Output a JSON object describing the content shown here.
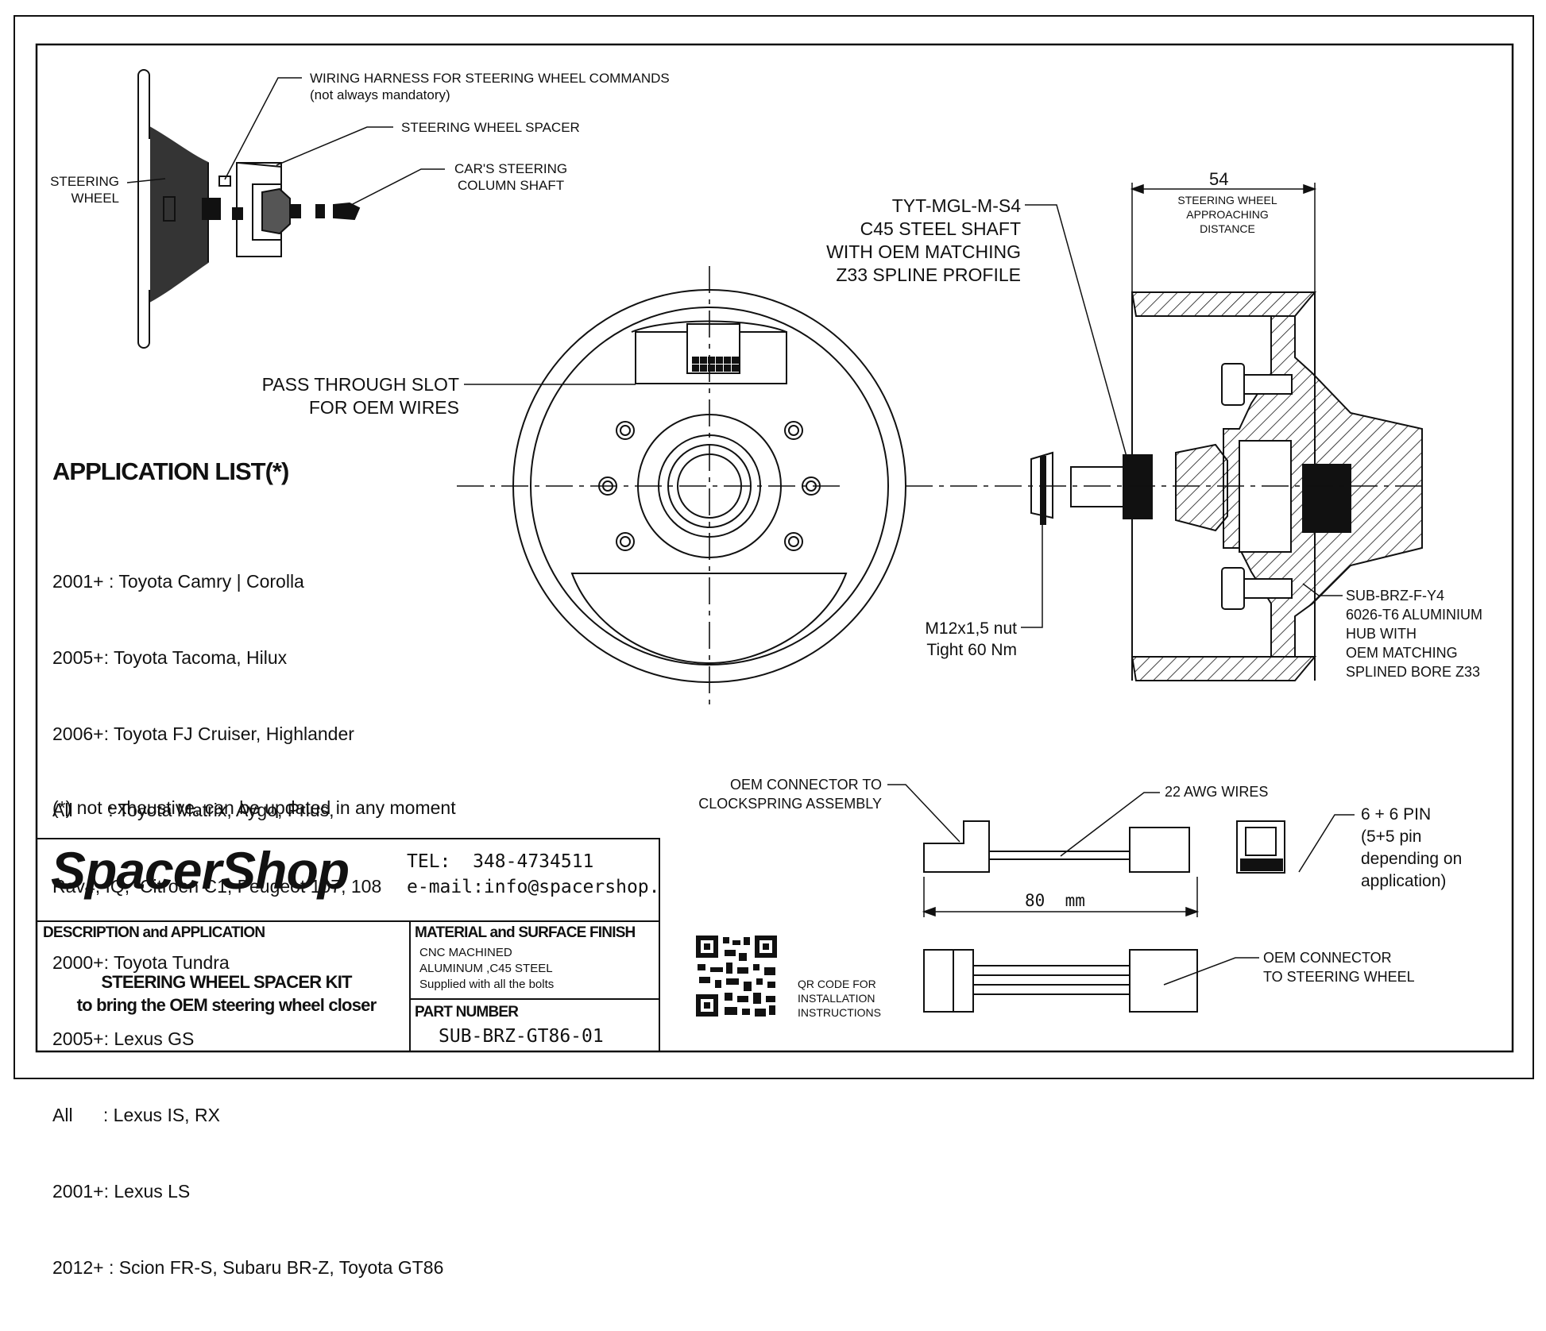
{
  "callouts": {
    "wiring_harness": [
      "WIRING HARNESS FOR STEERING WHEEL COMMANDS",
      "(not always mandatory)"
    ],
    "spacer": "STEERING WHEEL SPACER",
    "column_shaft": [
      "CAR'S STEERING",
      "COLUMN SHAFT"
    ],
    "steering_wheel": [
      "STEERING",
      "WHEEL"
    ],
    "shaft_spec": [
      "TYT-MGL-M-S4",
      "C45 STEEL SHAFT",
      "WITH  OEM MATCHING",
      "Z33 SPLINE  PROFILE"
    ],
    "pass_through": [
      "PASS THROUGH SLOT",
      "FOR OEM WIRES"
    ],
    "dimension_54": "54",
    "approach": [
      "STEERING WHEEL",
      "APPROACHING",
      "DISTANCE"
    ],
    "nut": [
      "M12x1,5 nut",
      "Tight 60 Nm"
    ],
    "hub_spec": [
      "SUB-BRZ-F-Y4",
      "6026-T6 ALUMINIUM",
      "HUB WITH",
      "OEM MATCHING",
      "SPLINED BORE Z33"
    ],
    "oem_connector_clock": [
      "OEM CONNECTOR TO",
      "CLOCKSPRING ASSEMBLY"
    ],
    "awg": "22 AWG WIRES",
    "pin": [
      "6 + 6 PIN",
      "(5+5 pin",
      "depending on",
      "application)"
    ],
    "dimension_80": "80  mm",
    "oem_connector_wheel": [
      "OEM CONNECTOR",
      "TO STEERING WHEEL"
    ]
  },
  "application": {
    "title": "APPLICATION LIST(*)",
    "items": [
      "2001+ : Toyota Camry | Corolla",
      "2005+: Toyota Tacoma, Hilux",
      "2006+: Toyota FJ Cruiser, Highlander",
      "All       : Toyota Matrix, Aygo, Prius,",
      "Rav4, IQ,  Citroen C1, Peugeot 107, 108",
      "2000+: Toyota Tundra",
      "2005+: Lexus GS",
      "All      : Lexus IS, RX",
      "2001+: Lexus LS",
      "2012+ : Scion FR-S, Subaru BR-Z, Toyota GT86"
    ],
    "note": "(*) not exhaustive, can be updated in any moment"
  },
  "titleblock": {
    "brand": "SpacerShop",
    "tel": "TEL:  348-4734511",
    "email": "e-mail:info@spacershop.com",
    "desc_header": "DESCRIPTION and  APPLICATION",
    "desc_line1": "STEERING WHEEL SPACER KIT",
    "desc_line2": "to bring the OEM steering wheel closer",
    "material_header": "MATERIAL and SURFACE FINISH",
    "material_lines": [
      "CNC MACHINED",
      "ALUMINUM ,C45 STEEL",
      "Supplied with all the bolts"
    ],
    "part_header": "PART NUMBER",
    "part_number": "SUB-BRZ-GT86-01",
    "qr_caption": [
      "QR CODE FOR",
      "INSTALLATION",
      "INSTRUCTIONS"
    ]
  }
}
